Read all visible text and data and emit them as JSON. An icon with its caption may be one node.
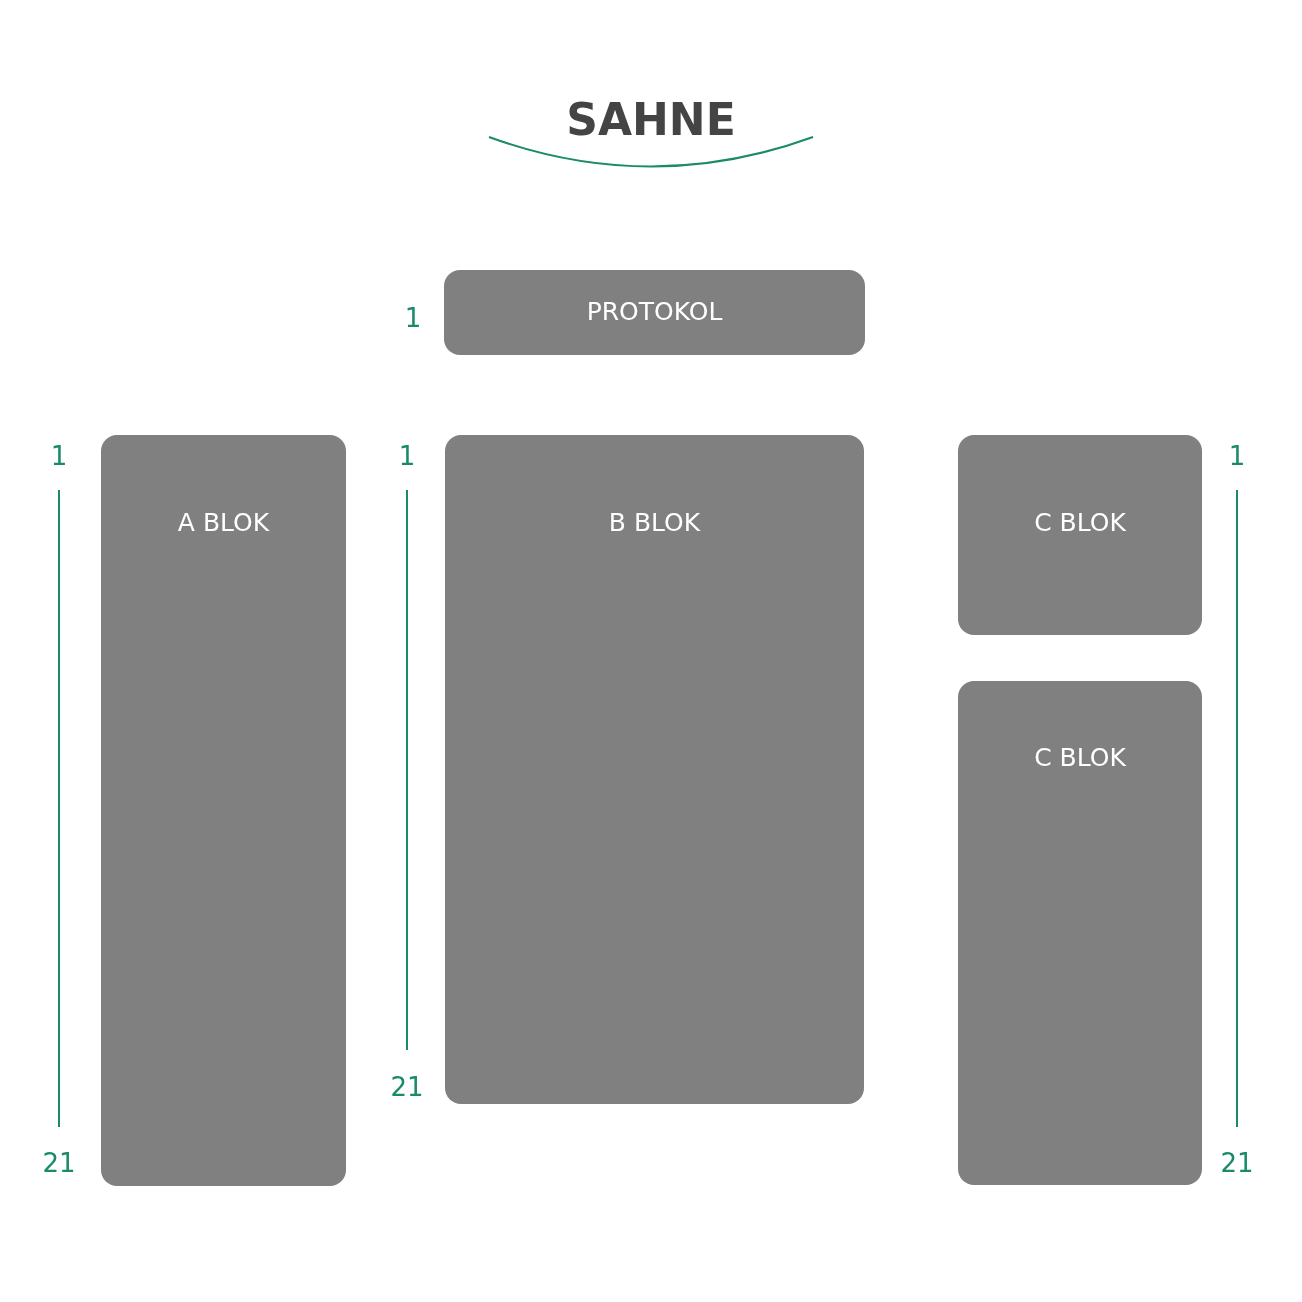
{
  "diagram": {
    "nodes": [
      {
        "text": [
          "SAHNE"
        ]
      },
      {
        "text": [
          "PROTOKOL"
        ]
      },
      {
        "text": [
          "A BLOK"
        ]
      },
      {
        "text": [
          "B BLOK"
        ]
      },
      {
        "text": [
          "C BLOK"
        ]
      },
      {
        "text": [
          "C BLOK"
        ]
      }
    ],
    "edges": [],
    "labels": [
      "1",
      "1",
      "1",
      "1",
      "21",
      "21",
      "21"
    ]
  }
}
